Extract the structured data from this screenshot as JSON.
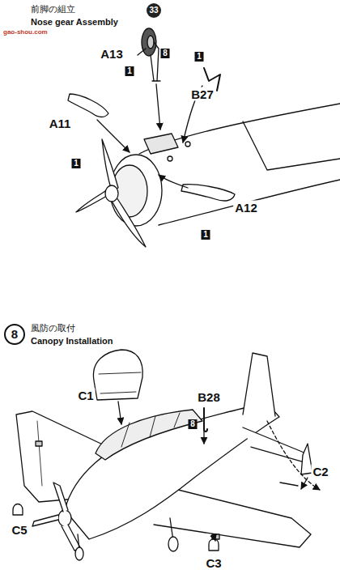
{
  "diagram": {
    "labels": [
      "前脚の組立",
      "Nose gear Assembly",
      "33",
      "A13",
      "8",
      "1",
      "1",
      "B27",
      "A11",
      "1",
      "A12",
      "1",
      "8",
      "風防の取付",
      "Canopy Installation",
      "B28",
      "8",
      "C1",
      "C2",
      "C5",
      "C3",
      "gao-shou.com"
    ]
  }
}
